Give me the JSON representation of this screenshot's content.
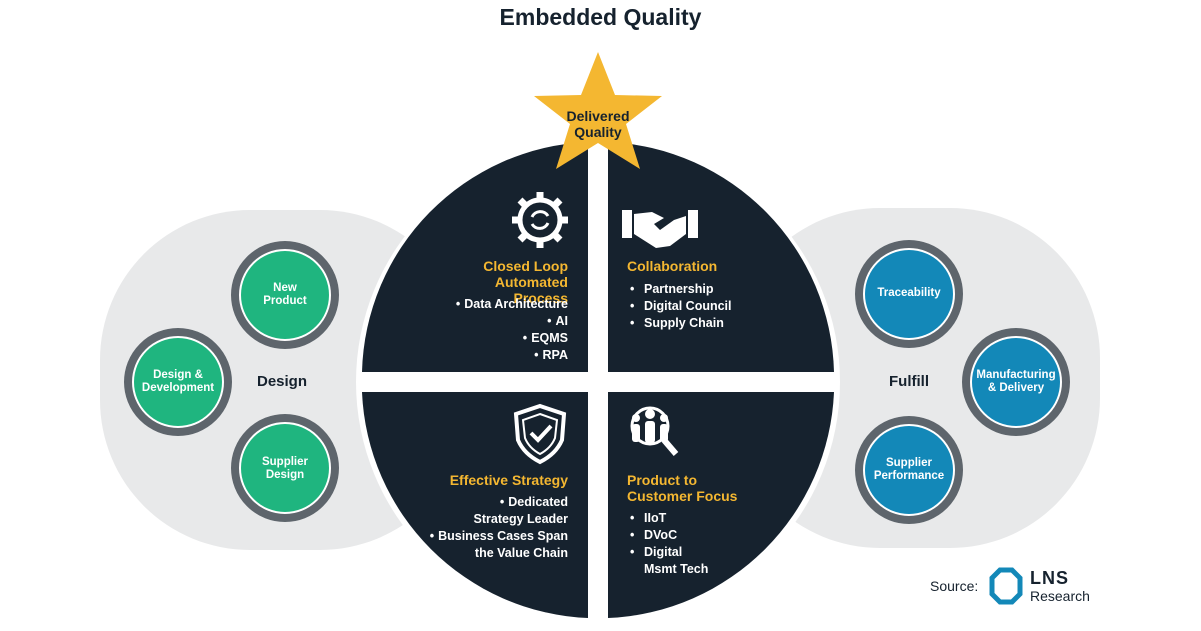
{
  "title": "Embedded Quality",
  "star": {
    "line1": "Delivered",
    "line2": "Quality"
  },
  "left_group": {
    "label": "Design",
    "circles": [
      {
        "line1": "New",
        "line2": "Product"
      },
      {
        "line1": "Design &",
        "line2": "Development"
      },
      {
        "line1": "Supplier",
        "line2": "Design"
      }
    ]
  },
  "right_group": {
    "label": "Fulfill",
    "circles": [
      {
        "line1": "Traceability",
        "line2": ""
      },
      {
        "line1": "Manufacturing",
        "line2": "& Delivery"
      },
      {
        "line1": "Supplier",
        "line2": "Performance"
      }
    ]
  },
  "quadrants": {
    "top_left": {
      "icon": "gear-cycle-icon",
      "heading1": "Closed Loop",
      "heading2": "Automated Process",
      "items": [
        "Data Architecture",
        "AI",
        "EQMS",
        "RPA"
      ]
    },
    "top_right": {
      "icon": "handshake-icon",
      "heading1": "Collaboration",
      "heading2": "",
      "items": [
        "Partnership",
        "Digital Council",
        "Supply Chain"
      ]
    },
    "bottom_left": {
      "icon": "shield-check-icon",
      "heading1": "Effective Strategy",
      "heading2": "",
      "items": [
        "Dedicated",
        "Strategy Leader",
        "Business Cases Span",
        "the Value Chain"
      ]
    },
    "bottom_right": {
      "icon": "people-magnifier-icon",
      "heading1": "Product to",
      "heading2": "Customer Focus",
      "items": [
        "IIoT",
        "DVoC",
        "Digital",
        "Msmt Tech"
      ]
    }
  },
  "source": {
    "label": "Source:",
    "brand": "LNS",
    "brand_sub": "Research"
  },
  "colors": {
    "navy": "#16222e",
    "gold": "#f4b731",
    "green": "#1fb57f",
    "blue": "#1388b8",
    "panel": "#e8e9ea",
    "ring": "#5e656c"
  }
}
